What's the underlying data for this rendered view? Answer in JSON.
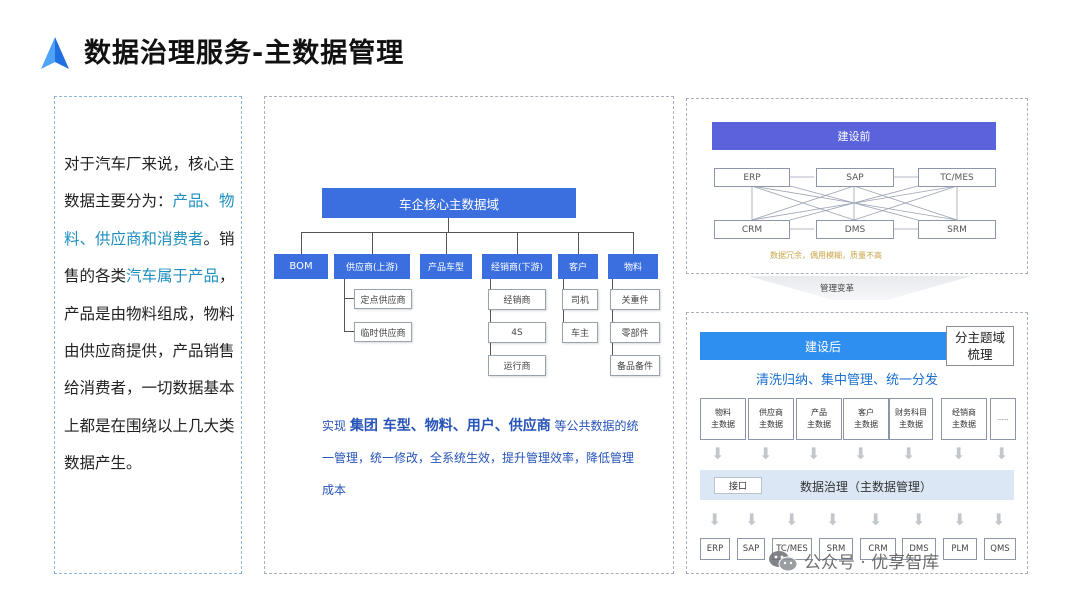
{
  "header": {
    "title": "数据治理服务-主数据管理",
    "accent_color": "#3b7be8"
  },
  "intro": {
    "p1": "对于汽车厂来说，核心主数据主要分为：",
    "p1_highlight": "产品、物料、供应商和消费者",
    "p1_end": "。销售的各类",
    "p2_highlight": "汽车属于产品",
    "p2_rest": "，产品是由物料组成，物料由供应商提供，产品销售给消费者，一切数据基本上都是在围绕以上几大类数据产生。"
  },
  "tree": {
    "root": "车企核心主数据域",
    "categories": [
      {
        "label": "BOM",
        "children": []
      },
      {
        "label": "供应商(上游)",
        "children": [
          "定点供应商",
          "临时供应商"
        ]
      },
      {
        "label": "产品车型",
        "children": []
      },
      {
        "label": "经销商(下游)",
        "children": [
          "经销商",
          "4S",
          "运行商"
        ]
      },
      {
        "label": "客户",
        "children": [
          "司机",
          "车主"
        ]
      },
      {
        "label": "物料",
        "children": [
          "关重件",
          "零部件",
          "备品备件"
        ]
      }
    ]
  },
  "description": {
    "prefix": "实现",
    "bold": "集团 车型、物料、用户、供应商",
    "suffix": "等公共数据的统一管理，统一修改，全系统生效，提升管理效率，降低管理成本"
  },
  "before": {
    "title": "建设前",
    "top_systems": [
      "ERP",
      "SAP",
      "TC/MES"
    ],
    "bottom_systems": [
      "CRM",
      "DMS",
      "SRM"
    ],
    "note": "数据冗余，偶用模糊，质量不高"
  },
  "change_label": "管理变革",
  "after": {
    "title": "建设后",
    "topic_box": "分主题域梳理",
    "slogan": "清洗归纳、集中管理、统一分发",
    "mdm_items": [
      "物料\n主数据",
      "供应商\n主数据",
      "产品\n主数据",
      "客户\n主数据",
      "财务科目\n主数据",
      "经销商\n主数据",
      "......"
    ],
    "port": "接口",
    "governance": "数据治理（主数据管理）",
    "systems": [
      "ERP",
      "SAP",
      "TC/MES",
      "SRM",
      "CRM",
      "DMS",
      "PLM",
      "QMS"
    ]
  },
  "watermark": {
    "text": "公众号 · 优享智库",
    "icon": "wechat-icon"
  }
}
